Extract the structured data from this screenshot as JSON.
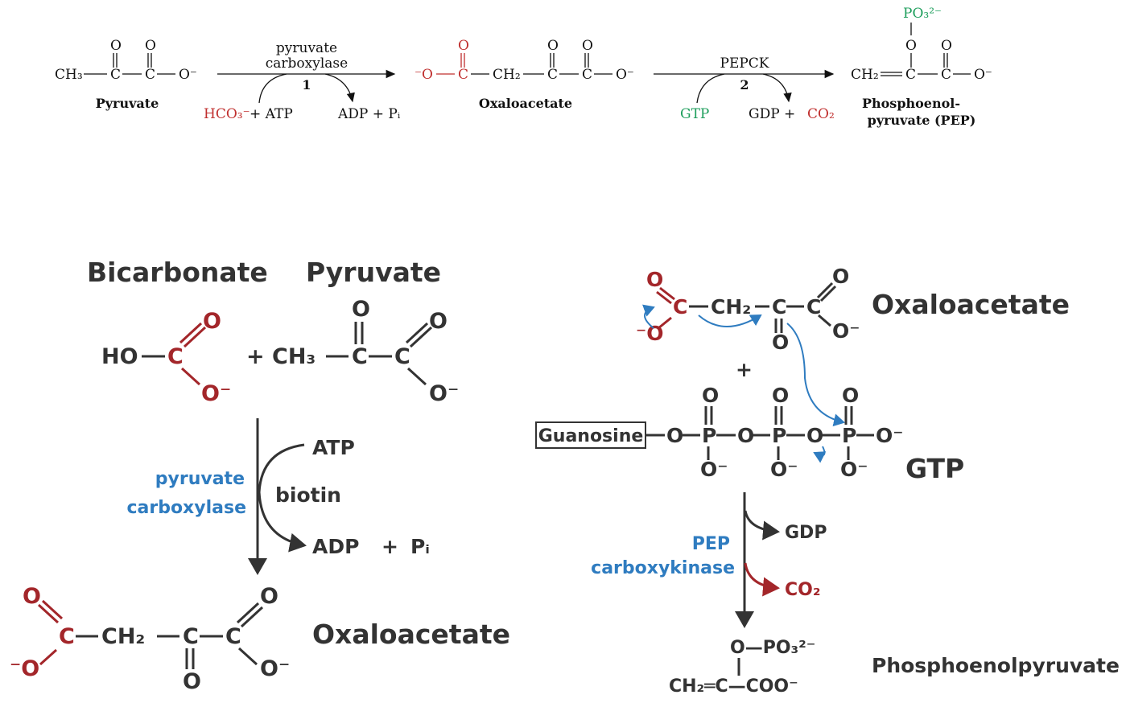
{
  "colors": {
    "red": "#c0302f",
    "dark_red": "#a3262a",
    "blue": "#2f7cc0",
    "green": "#1e9e5c",
    "text": "#333333"
  },
  "top": {
    "pyruvate": {
      "ch3": "CH₃",
      "c": "C",
      "o": "O",
      "o_minus": "O⁻",
      "label": "Pyruvate"
    },
    "step1": {
      "enzyme_line1": "pyruvate",
      "enzyme_line2": "carboxylase",
      "number": "1",
      "hco3": "HCO₃⁻",
      "plus_atp": "+ ATP",
      "products": "ADP + Pᵢ"
    },
    "oxaloacetate": {
      "o_minus_left": "⁻O",
      "c": "C",
      "ch2": "CH₂",
      "o": "O",
      "o_minus": "O⁻",
      "label": "Oxaloacetate"
    },
    "step2": {
      "enzyme": "PEPCK",
      "number": "2",
      "gtp": "GTP",
      "gdp": "GDP +",
      "co2": "CO₂"
    },
    "pep": {
      "po3": "PO₃²⁻",
      "o": "O",
      "ch2": "CH₂",
      "c": "C",
      "o_minus": "O⁻",
      "label_line1": "Phosphoenol-",
      "label_line2": "pyruvate (PEP)"
    }
  },
  "left": {
    "bicarbonate_title": "Bicarbonate",
    "pyruvate_title": "Pyruvate",
    "ho": "HO",
    "c": "C",
    "o": "O",
    "o_minus": "O⁻",
    "plus": "+",
    "ch3": "CH₃",
    "atp": "ATP",
    "biotin": "biotin",
    "adp": "ADP",
    "plus2": "+",
    "pi": "Pᵢ",
    "enzyme_line1": "pyruvate",
    "enzyme_line2": "carboxylase",
    "o_minus_left": "⁻O",
    "ch2": "CH₂",
    "oxaloacetate_label": "Oxaloacetate"
  },
  "right": {
    "o": "O",
    "c": "C",
    "o_minus_left": "⁻O",
    "ch2": "CH₂",
    "o_minus": "O⁻",
    "oxaloacetate_label": "Oxaloacetate",
    "plus": "+",
    "guanosine": "Guanosine",
    "p": "P",
    "gtp_label": "GTP",
    "gdp": "GDP",
    "co2": "CO₂",
    "enzyme_line1": "PEP",
    "enzyme_line2": "carboxykinase",
    "pep_top": "O—PO₃²⁻",
    "pep_bottom": "CH₂═C—COO⁻",
    "pep_label": "Phosphoenolpyruvate"
  }
}
